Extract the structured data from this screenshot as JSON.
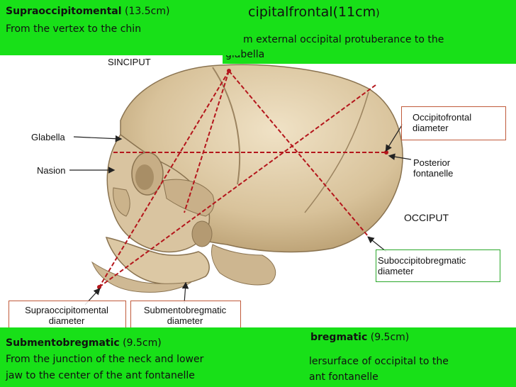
{
  "supraoccipitomental_box": {
    "title": "Supraoccipitomental",
    "measure": "(13.5cm)",
    "desc": "From the vertex to the chin"
  },
  "occipitofrontal_box": {
    "title_partial": "cipitalfrontal(11cm",
    "close_paren": ")",
    "desc_line1": "m external occipital protuberance to the",
    "desc_line2": "glabella"
  },
  "submentobregmatic_box": {
    "title": "Submentobregmatic",
    "measure": "(9.5cm)",
    "desc_line1": "From the junction of the neck and lower",
    "desc_line2": "jaw to the center of the ant fontanelle"
  },
  "suboccipitobregmatic_box": {
    "title_partial": "bregmatic",
    "measure": "(9.5cm)",
    "desc_line1": "lersurface of occipital to the",
    "desc_line2": "ant fontanelle"
  },
  "labels": {
    "sinciput": "SINCIPUT",
    "glabella": "Glabella",
    "nasion": "Nasion",
    "occiput": "OCCIPUT",
    "posterior_fontanelle_1": "Posterior",
    "posterior_fontanelle_2": "fontanelle",
    "occipitofrontal_1": "Occipitofrontal",
    "occipitofrontal_2": "diameter",
    "suboccipitobregmatic_1": "Suboccipitobregmatic",
    "suboccipitobregmatic_2": "diameter",
    "supraoccipitomental_1": "Supraoccipitomental",
    "supraoccipitomental_2": "diameter",
    "submentobregmatic_1": "Submentobregmatic",
    "submentobregmatic_2": "diameter"
  },
  "colors": {
    "green": "#18e018",
    "skull": "#dcc9a6",
    "line": "#b4161c"
  }
}
